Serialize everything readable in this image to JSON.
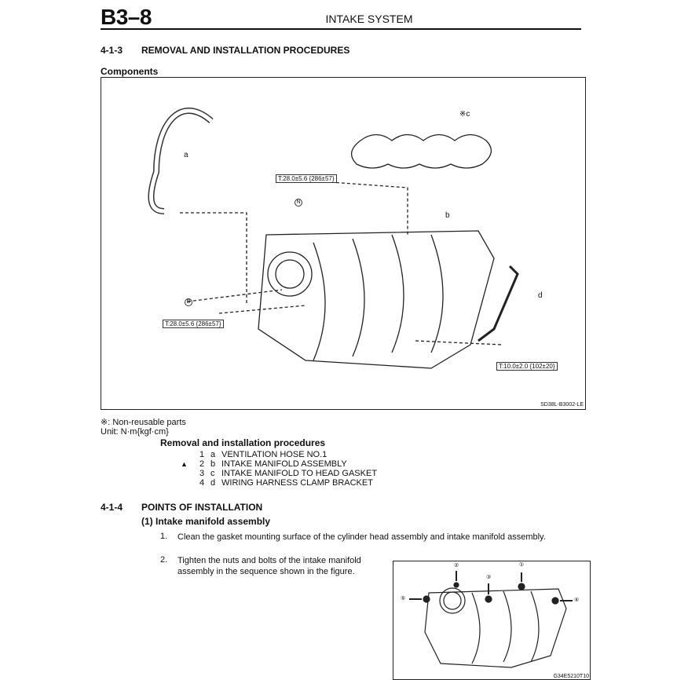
{
  "header": {
    "code": "B3–8",
    "title": "INTAKE SYSTEM"
  },
  "section_413": {
    "number": "4-1-3",
    "title": "REMOVAL AND INSTALLATION PROCEDURES",
    "subtitle": "Components"
  },
  "figure1": {
    "labels": {
      "a": "a",
      "b": "b",
      "c": "※c",
      "d": "d"
    },
    "torque_top": "T:28.0±5.6 {286±57}",
    "torque_left": "T:28.0±5.6 {286±57}",
    "torque_right": "T:10.0±2.0 {102±20}",
    "marker_n": "N",
    "marker_b": "B",
    "code": "SD38L-B3002-LE"
  },
  "notes": {
    "non_reusable": "※: Non-reusable parts",
    "unit": "Unit: N·m{kgf·cm}"
  },
  "procedures": {
    "title": "Removal and installation procedures",
    "items": [
      {
        "mark": "",
        "num": "1",
        "letter": "a",
        "text": "VENTILATION HOSE NO.1"
      },
      {
        "mark": "▲",
        "num": "2",
        "letter": "b",
        "text": "INTAKE MANIFOLD ASSEMBLY"
      },
      {
        "mark": "",
        "num": "3",
        "letter": "c",
        "text": "INTAKE MANIFOLD TO HEAD GASKET"
      },
      {
        "mark": "",
        "num": "4",
        "letter": "d",
        "text": "WIRING HARNESS CLAMP BRACKET"
      }
    ]
  },
  "section_414": {
    "number": "4-1-4",
    "title": "POINTS OF INSTALLATION",
    "sub": "(1)  Intake manifold assembly",
    "steps": [
      {
        "n": "1.",
        "text": "Clean the gasket mounting surface of the cylinder head assembly and intake manifold assembly."
      },
      {
        "n": "2.",
        "text": "Tighten the nuts and bolts of the intake manifold assembly in the sequence shown in the figure."
      }
    ]
  },
  "figure2": {
    "seq": [
      "①",
      "②",
      "③",
      "④",
      "⑤"
    ],
    "code": "G34E5210T10"
  }
}
